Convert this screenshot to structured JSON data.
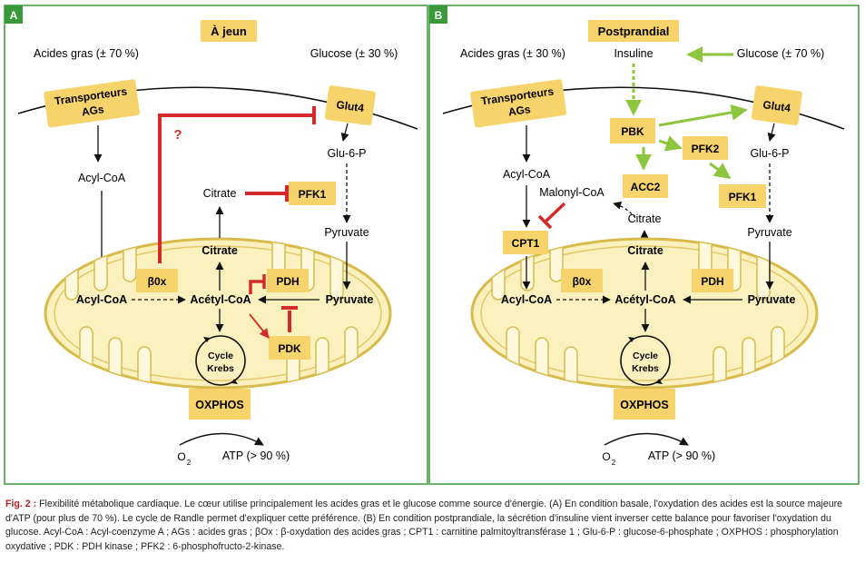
{
  "panels": [
    {
      "letter": "A",
      "title": "À jeun",
      "fatty_acids": "Acides gras (± 70 %)",
      "glucose": "Glucose (± 30 %)",
      "transporter": [
        "Transporteurs",
        "AGs"
      ],
      "glut4": "Glut4",
      "acylcoa_cyto": "Acyl-CoA",
      "glu6p": "Glu-6-P",
      "citrate_cyto": "Citrate",
      "pfk1": "PFK1",
      "pyruvate_cyto": "Pyruvate",
      "citrate_mito": "Citrate",
      "box": "β0x",
      "pdh": "PDH",
      "acylcoa_mito": "Acyl-CoA",
      "acetylcoa": "Acétyl-CoA",
      "pyruvate_mito": "Pyruvate",
      "pdk": "PDK",
      "krebs": [
        "Cycle",
        "Krebs"
      ],
      "oxphos": "OXPHOS",
      "o2": "O",
      "o2_sub": "2",
      "atp": "ATP (> 90 %)",
      "question": "?"
    },
    {
      "letter": "B",
      "title": "Postprandial",
      "fatty_acids": "Acides gras (± 30 %)",
      "insulin": "Insuline",
      "glucose": "Glucose (± 70 %)",
      "transporter": [
        "Transporteurs",
        "AGs"
      ],
      "glut4": "Glut4",
      "pbk": "PBK",
      "pfk2": "PFK2",
      "acylcoa_cyto": "Acyl-CoA",
      "acc2": "ACC2",
      "glu6p": "Glu-6-P",
      "malonylcoa": "Malonyl-CoA",
      "pfk1": "PFK1",
      "citrate_cyto": "Citrate",
      "cpt1": "CPT1",
      "pyruvate_cyto": "Pyruvate",
      "citrate_mito": "Citrate",
      "box": "β0x",
      "pdh": "PDH",
      "acylcoa_mito": "Acyl-CoA",
      "acetylcoa": "Acétyl-CoA",
      "pyruvate_mito": "Pyruvate",
      "krebs": [
        "Cycle",
        "Krebs"
      ],
      "oxphos": "OXPHOS",
      "o2": "O",
      "o2_sub": "2",
      "atp": "ATP (> 90 %)"
    }
  ],
  "caption": {
    "label": "Fig. 2 :",
    "text": " Flexibilité métabolique cardiaque. Le cœur utilise principalement les acides gras et le glucose comme source d'énergie. (A) En condition basale, l'oxydation des acides est la source majeure d'ATP (pour plus de 70 %). Le cycle de Randle permet d'expliquer cette préférence. (B) En condition postprandiale, la sécrétion d'insuline vient inverser cette balance pour favoriser l'oxydation du glucose. Acyl-CoA : Acyl-coenzyme A ; AGs : acides gras ; βOx : β-oxydation des acides gras ; CPT1 : carnitine palmitoyltransférase 1 ; Glu-6-P : glucose-6-phosphate ; OXPHOS : phosphorylation oxydative ; PDK : PDH kinase ; PFK2 : 6-phosphofructo-2-kinase."
  },
  "colors": {
    "frame": "#3a9a3a",
    "box_fill": "#f7d36b",
    "mito_fill": "#fbf1bf",
    "mito_outline": "#d8bb4a",
    "inhibit": "#d62a2a",
    "insulin_arrow": "#8cc63f",
    "text": "#111111"
  }
}
